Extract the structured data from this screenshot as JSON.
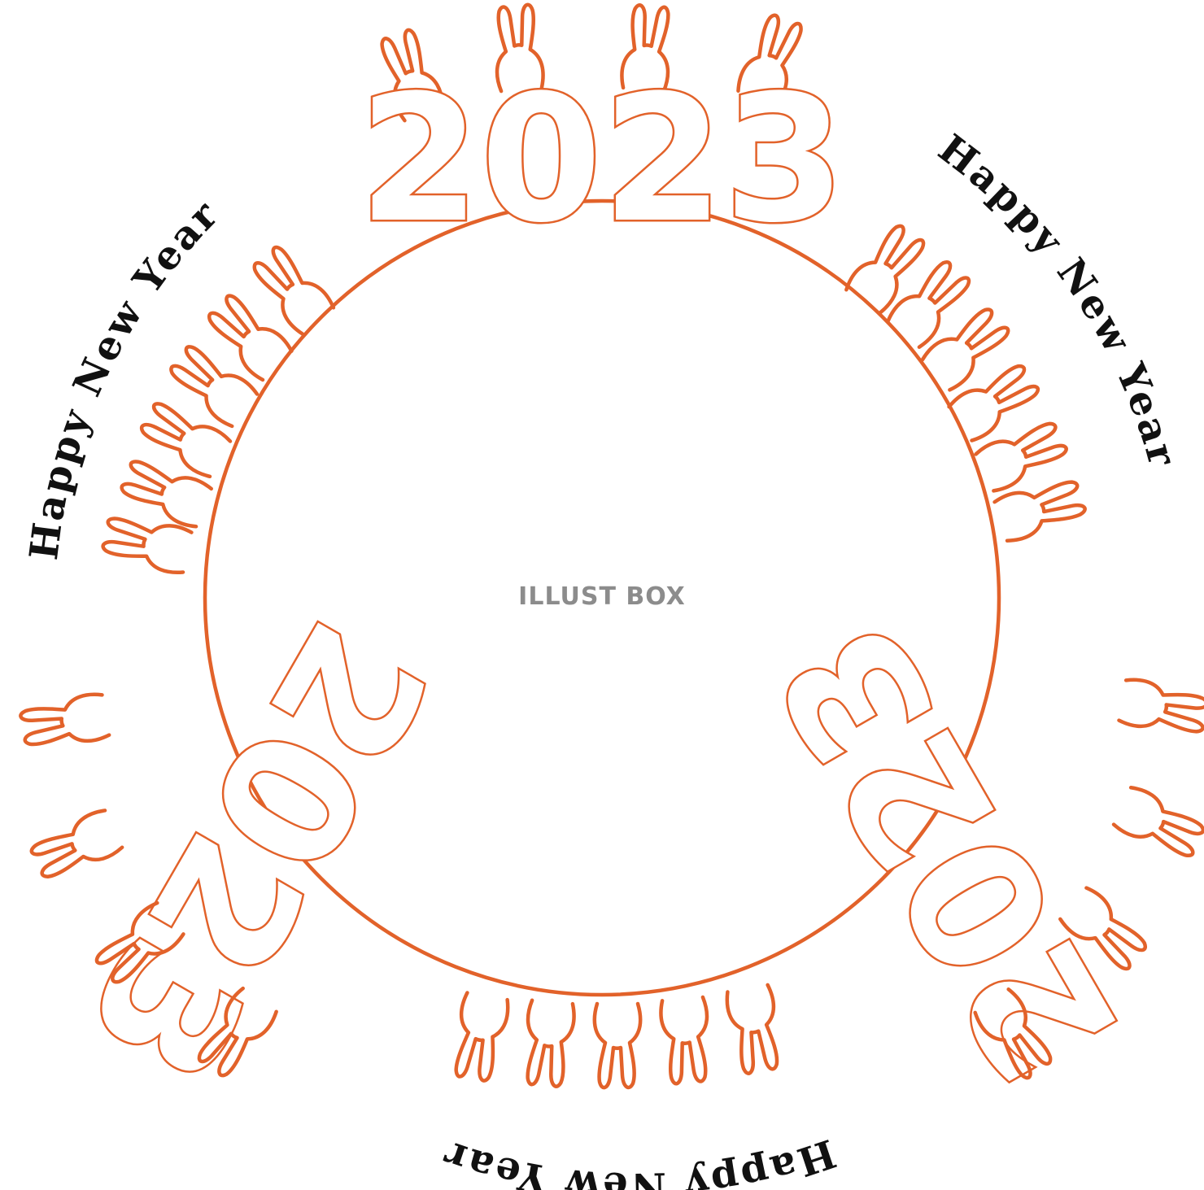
{
  "greetings": {
    "top_right": "Happy New Year",
    "left": "Happy New Year",
    "bottom": "Happy New Year"
  },
  "year": {
    "top": "2023",
    "lower_left": "2023",
    "lower_right": "2023"
  },
  "watermark": "ILLUST BOX",
  "colors": {
    "outline": "#e2622a",
    "text": "#111111",
    "watermark": "#8c8c8c",
    "background": "#ffffff"
  }
}
